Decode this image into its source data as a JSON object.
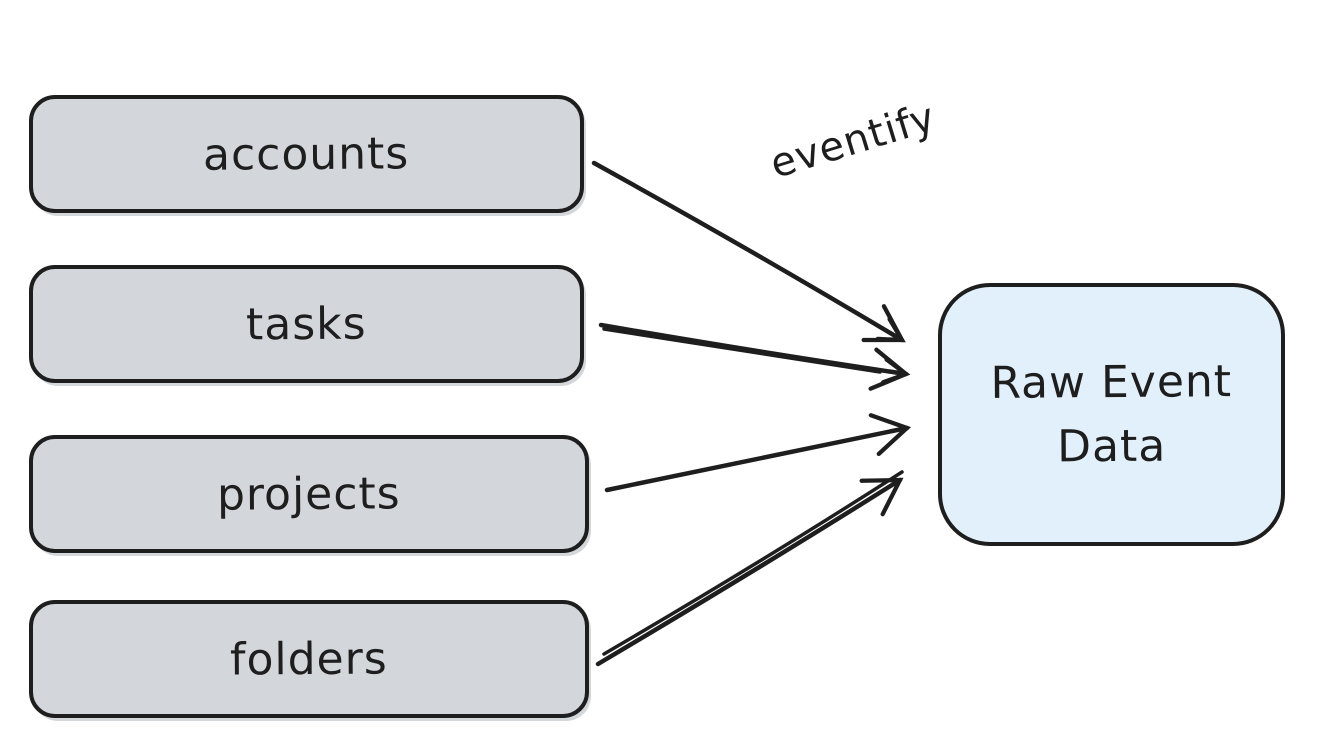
{
  "diagram": {
    "type": "flow",
    "background": "#ffffff",
    "colors": {
      "stroke": "#1e1e1e",
      "source_fill": "#d3d7db",
      "target_fill": "#e2f0fc"
    },
    "nodes": {
      "sources": [
        {
          "id": "accounts",
          "label": "accounts"
        },
        {
          "id": "tasks",
          "label": "tasks"
        },
        {
          "id": "projects",
          "label": "projects"
        },
        {
          "id": "folders",
          "label": "folders"
        }
      ],
      "target": {
        "id": "raw-event-data",
        "label": "Raw Event Data"
      }
    },
    "edges": [
      {
        "from": "accounts",
        "to": "raw-event-data",
        "label": "eventify"
      },
      {
        "from": "tasks",
        "to": "raw-event-data",
        "label": ""
      },
      {
        "from": "projects",
        "to": "raw-event-data",
        "label": ""
      },
      {
        "from": "folders",
        "to": "raw-event-data",
        "label": ""
      }
    ]
  }
}
